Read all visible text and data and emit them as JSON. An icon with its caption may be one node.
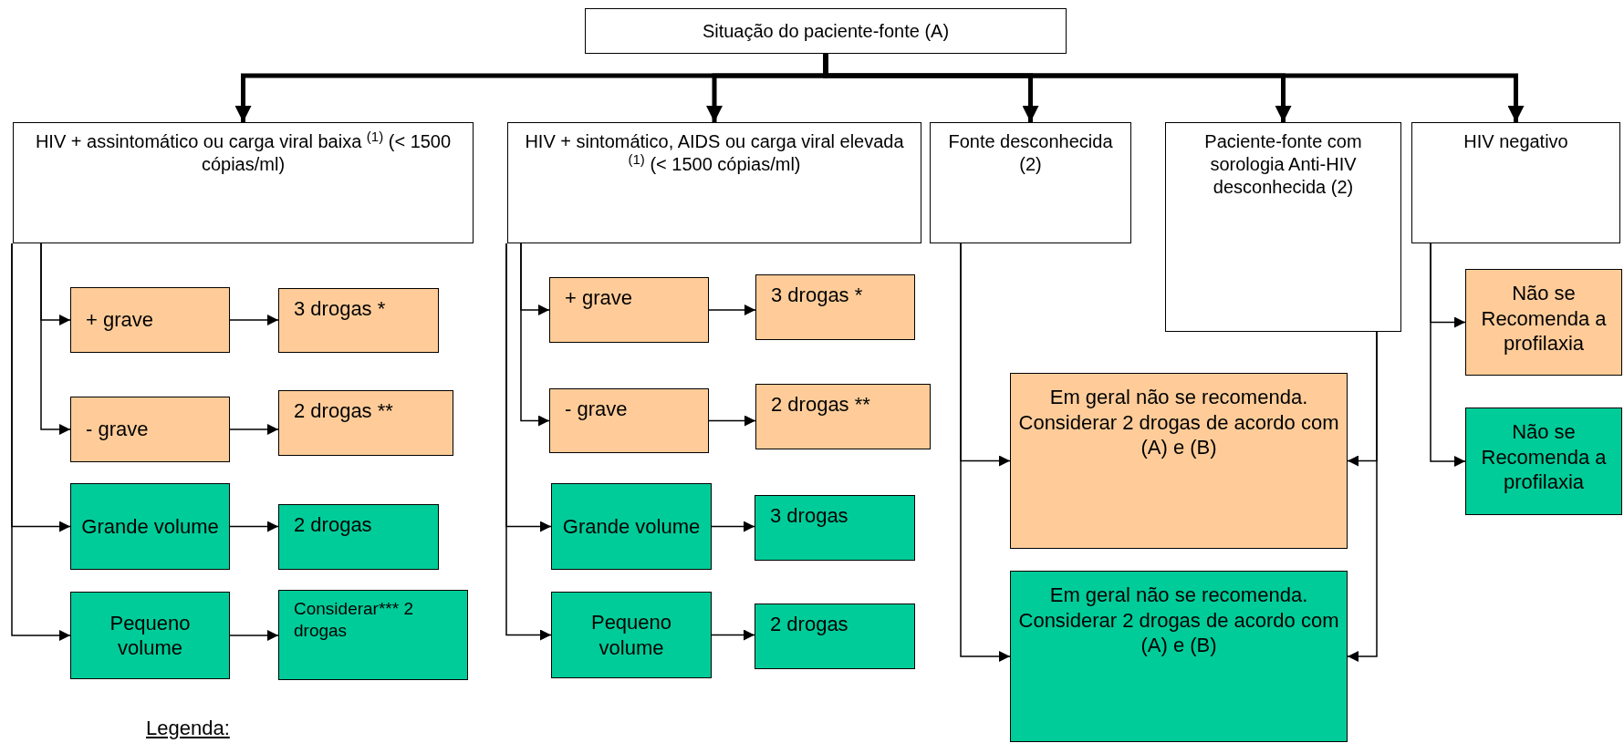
{
  "diagram": {
    "nodes": [
      {
        "text": [
          "Situação do paciente-fonte (A)"
        ]
      },
      {
        "text": [
          "HIV + assintomático ou carga viral baixa $^{(1)}$ (< 1500 cópias/ml)"
        ]
      },
      {
        "text": [
          "HIV + sintomático, AIDS ou carga viral elevada $^{(1)}$ (< 1500 cópias/ml)"
        ]
      },
      {
        "text": [
          "Fonte desconhecida (2)"
        ]
      },
      {
        "text": [
          "Paciente-fonte com sorologia Anti-HIV desconhecida (2)"
        ]
      },
      {
        "text": [
          "HIV negativo"
        ]
      },
      {
        "text": [
          "+ grave"
        ]
      },
      {
        "text": [
          "3 drogas *"
        ]
      },
      {
        "text": [
          "- grave"
        ]
      },
      {
        "text": [
          "2 drogas **"
        ]
      },
      {
        "text": [
          "Grande volume"
        ]
      },
      {
        "text": [
          "2 drogas"
        ]
      },
      {
        "text": [
          "Pequeno volume"
        ]
      },
      {
        "text": [
          "Considerar*** 2 drogas"
        ]
      },
      {
        "text": [
          "+ grave"
        ]
      },
      {
        "text": [
          "3 drogas *"
        ]
      },
      {
        "text": [
          "- grave"
        ]
      },
      {
        "text": [
          "2 drogas **"
        ]
      },
      {
        "text": [
          "Grande volume"
        ]
      },
      {
        "text": [
          "3 drogas"
        ]
      },
      {
        "text": [
          "Pequeno volume"
        ]
      },
      {
        "text": [
          "2 drogas"
        ]
      },
      {
        "text": [
          "Em geral não se recomenda. Considerar 2 drogas de acordo com (A) e (B)"
        ]
      },
      {
        "text": [
          "Em geral não se recomenda. Considerar 2 drogas de acordo com (A) e (B)"
        ]
      },
      {
        "text": [
          "Não se Recomenda a profilaxia"
        ]
      },
      {
        "text": [
          "Não se Recomenda a profilaxia"
        ]
      }
    ],
    "edges": [
      {
        "from": 0,
        "to": 1,
        "arrow": "to",
        "style": "thick"
      },
      {
        "from": 0,
        "to": 2,
        "arrow": "to",
        "style": "thick"
      },
      {
        "from": 0,
        "to": 3,
        "arrow": "to",
        "style": "thick"
      },
      {
        "from": 0,
        "to": 4,
        "arrow": "to",
        "style": "thick"
      },
      {
        "from": 0,
        "to": 5,
        "arrow": "to",
        "style": "thick"
      },
      {
        "from": 1,
        "to": 6,
        "arrow": "to"
      },
      {
        "from": 1,
        "to": 8,
        "arrow": "to"
      },
      {
        "from": 1,
        "to": 10,
        "arrow": "to"
      },
      {
        "from": 1,
        "to": 12,
        "arrow": "to"
      },
      {
        "from": 6,
        "to": 7,
        "arrow": "to"
      },
      {
        "from": 8,
        "to": 9,
        "arrow": "to"
      },
      {
        "from": 10,
        "to": 11,
        "arrow": "to"
      },
      {
        "from": 12,
        "to": 13,
        "arrow": "to"
      },
      {
        "from": 2,
        "to": 14,
        "arrow": "to"
      },
      {
        "from": 2,
        "to": 16,
        "arrow": "to"
      },
      {
        "from": 2,
        "to": 18,
        "arrow": "to"
      },
      {
        "from": 2,
        "to": 20,
        "arrow": "to"
      },
      {
        "from": 14,
        "to": 15,
        "arrow": "to"
      },
      {
        "from": 16,
        "to": 17,
        "arrow": "to"
      },
      {
        "from": 18,
        "to": 19,
        "arrow": "to"
      },
      {
        "from": 20,
        "to": 21,
        "arrow": "to"
      },
      {
        "from": 3,
        "to": 22,
        "arrow": "to"
      },
      {
        "from": 3,
        "to": 23,
        "arrow": "to"
      },
      {
        "from": 4,
        "to": 22,
        "arrow": "to"
      },
      {
        "from": 4,
        "to": 23,
        "arrow": "to"
      },
      {
        "from": 5,
        "to": 24,
        "arrow": "to"
      },
      {
        "from": 5,
        "to": 25,
        "arrow": "to"
      }
    ],
    "labels": [
      "Legenda:"
    ]
  }
}
